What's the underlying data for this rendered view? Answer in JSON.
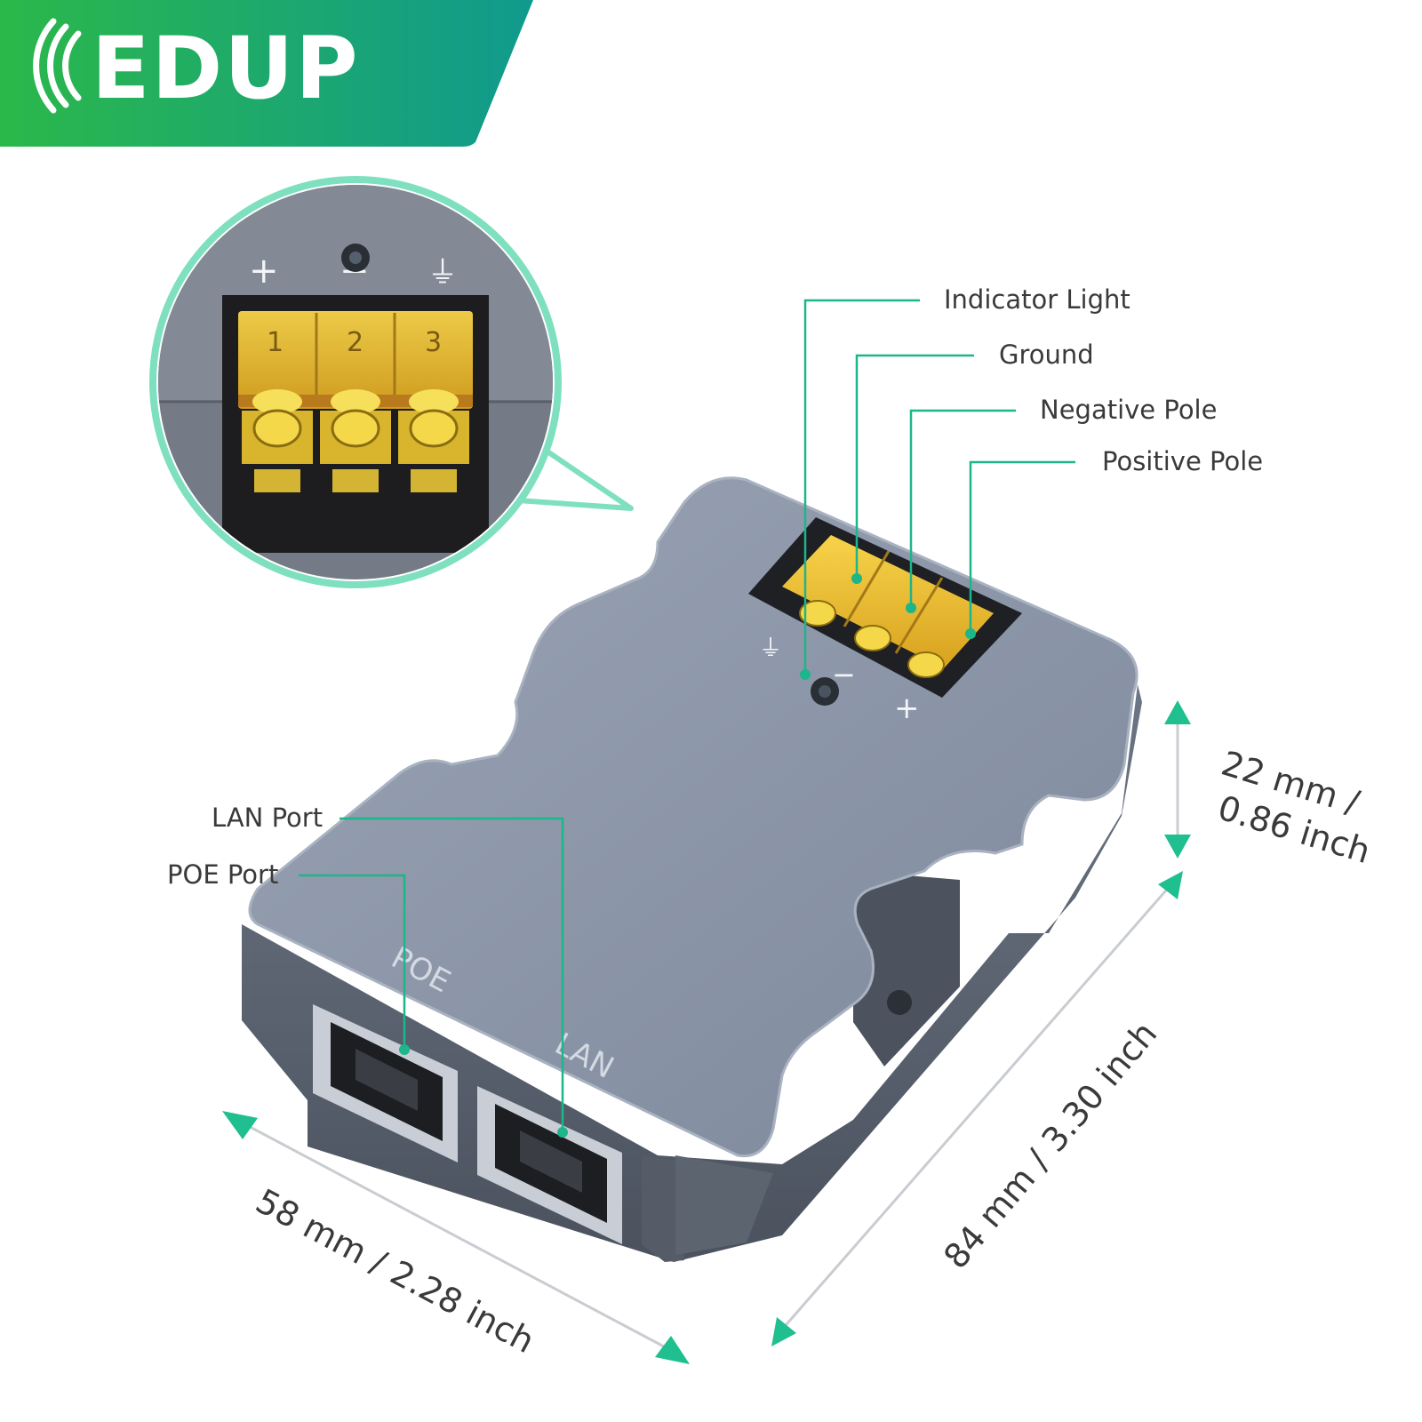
{
  "brand": {
    "name": "EDUP",
    "colors": {
      "green": "#2db84d",
      "teal": "#1a9c8c"
    }
  },
  "callouts": {
    "indicator_light": "Indicator Light",
    "ground": "Ground",
    "negative_pole": "Negative Pole",
    "positive_pole": "Positive Pole",
    "lan_port": "LAN Port",
    "poe_port": "POE Port"
  },
  "device": {
    "port_poe": "POE",
    "port_lan": "LAN",
    "terminal_numbers": [
      "1",
      "2",
      "3"
    ],
    "terminal_symbols": [
      "+",
      "−",
      "⏚"
    ]
  },
  "dimensions": {
    "width": "58 mm / 2.28 inch",
    "length": "84 mm / 3.30 inch",
    "height_line1": "22 mm /",
    "height_line2": "0.86 inch"
  },
  "colors": {
    "accent": "#1fbf8f",
    "leader": "#1db58a",
    "body": "#8d98aa",
    "terminal": "#f2c230"
  }
}
